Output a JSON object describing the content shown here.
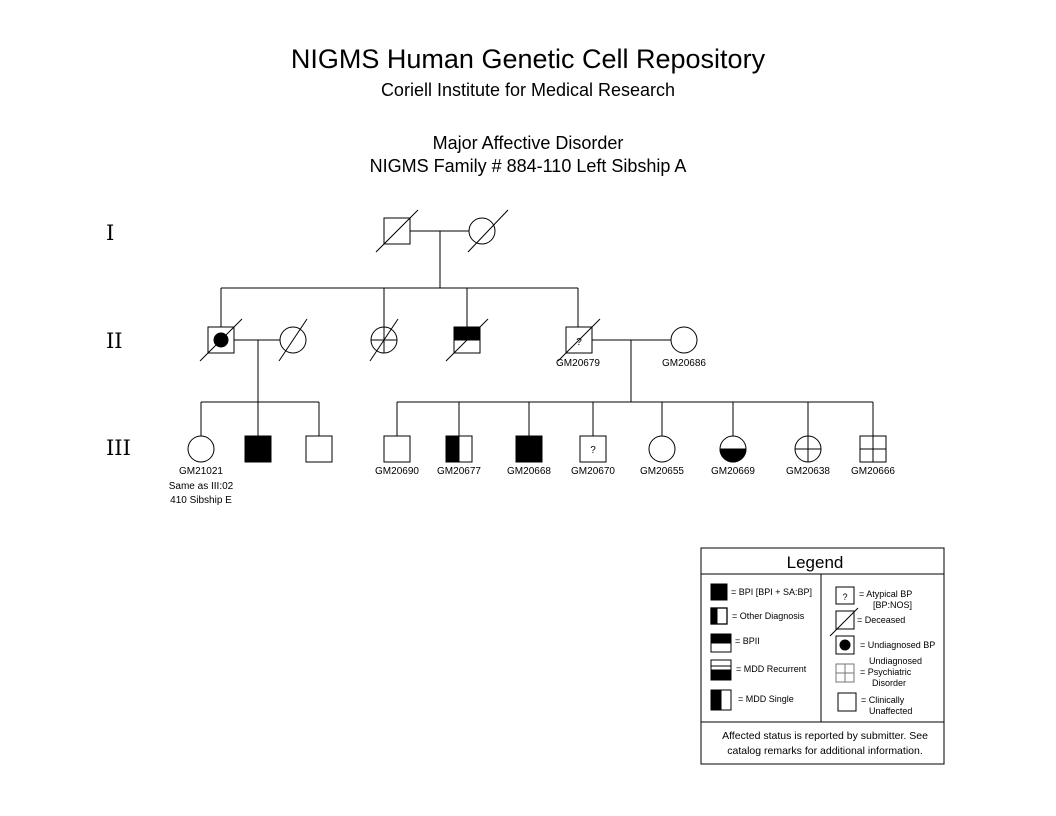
{
  "header": {
    "title": "NIGMS Human Genetic Cell Repository",
    "subtitle": "Coriell Institute for Medical Research",
    "disorder": "Major Affective Disorder",
    "family": "NIGMS Family # 884-110 Left Sibship A"
  },
  "generations": [
    "I",
    "II",
    "III"
  ],
  "individuals": {
    "ii_sib4": {
      "id": "GM20679",
      "mark": "?"
    },
    "ii_sib4_spouse": {
      "id": "GM20686"
    },
    "iii_1": {
      "id": "GM21021",
      "note1": "Same as III:02",
      "note2": "410 Sibship E"
    },
    "iii_4": {
      "id": "GM20690"
    },
    "iii_5": {
      "id": "GM20677"
    },
    "iii_6": {
      "id": "GM20668"
    },
    "iii_7": {
      "id": "GM20670",
      "mark": "?"
    },
    "iii_8": {
      "id": "GM20655"
    },
    "iii_9": {
      "id": "GM20669"
    },
    "iii_10": {
      "id": "GM20638"
    },
    "iii_11": {
      "id": "GM20666"
    }
  },
  "legend": {
    "title": "Legend",
    "bpi": "= BPI [BPI + SA:BP]",
    "other": "= Other Diagnosis",
    "bpii": "= BPII",
    "mdd_recurrent": "= MDD Recurrent",
    "mdd_single": "= MDD Single",
    "atypical_mark": "?",
    "atypical_1": "=  Atypical BP",
    "atypical_2": "[BP:NOS]",
    "deceased": "= Deceased",
    "undiag_bp": "= Undiagnosed BP",
    "undiag_psych_1": "Undiagnosed",
    "undiag_psych_2": "= Psychiatric",
    "undiag_psych_3": "Disorder",
    "clin_1": "= Clinically",
    "clin_2": "Unaffected",
    "note1": "Affected status is reported by submitter. See",
    "note2": "catalog remarks for additional information."
  }
}
